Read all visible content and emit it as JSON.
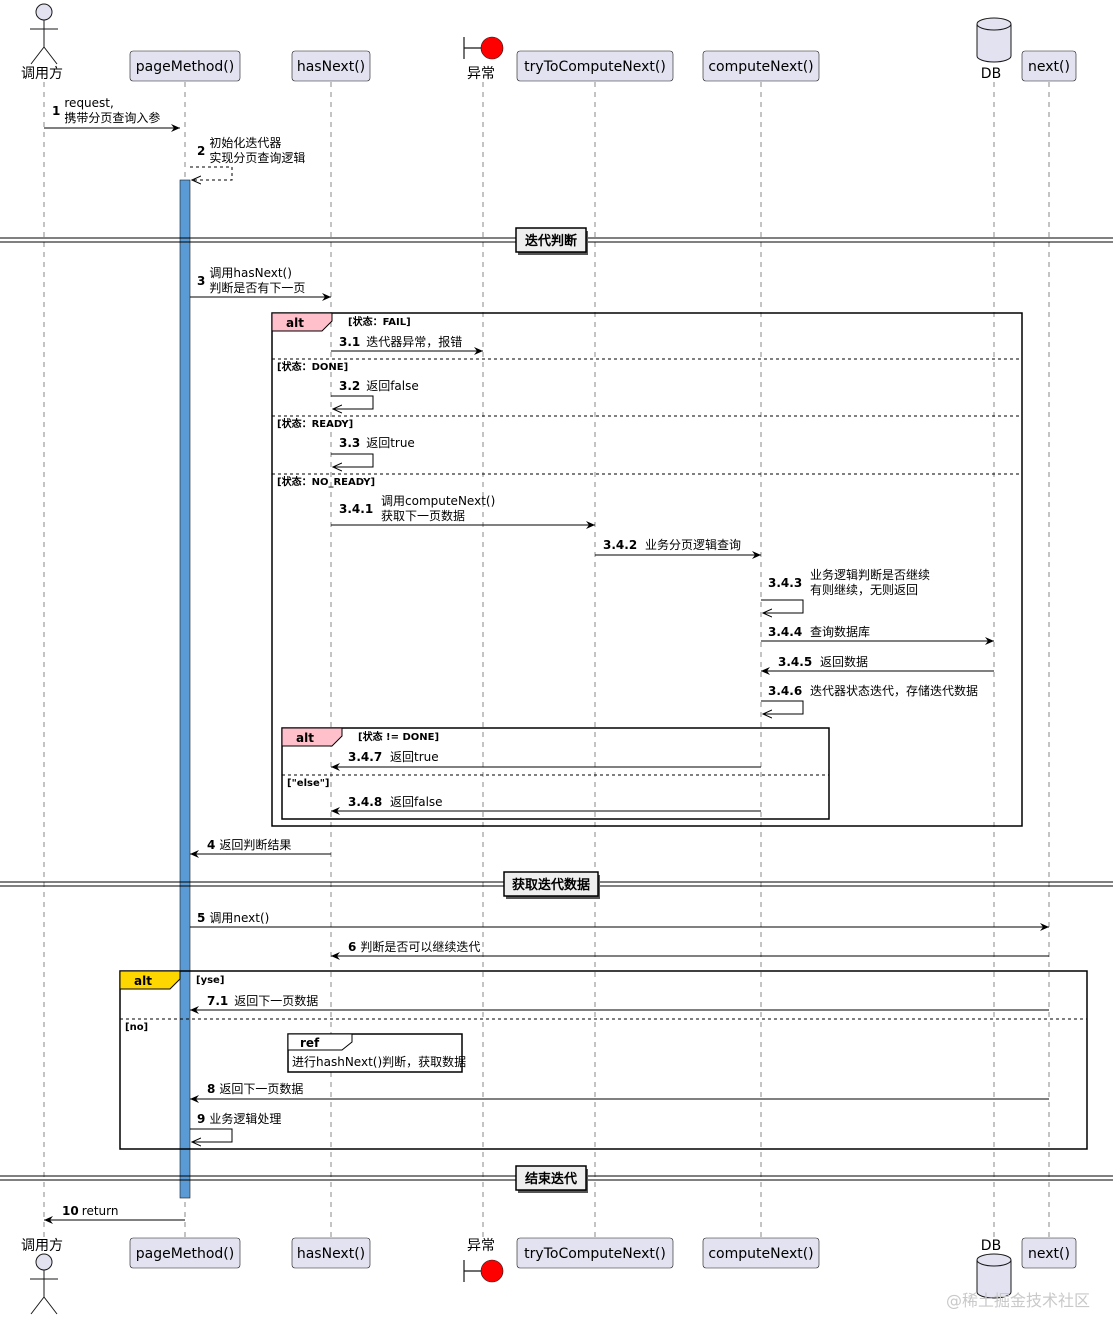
{
  "participants": [
    {
      "id": "caller",
      "label": "调用方",
      "kind": "actor"
    },
    {
      "id": "page",
      "label": "pageMethod()",
      "kind": "participant"
    },
    {
      "id": "hasnext",
      "label": "hasNext()",
      "kind": "participant"
    },
    {
      "id": "exc",
      "label": "异常",
      "kind": "boundary"
    },
    {
      "id": "ttcn",
      "label": "tryToComputeNext()",
      "kind": "participant"
    },
    {
      "id": "cn",
      "label": "computeNext()",
      "kind": "participant"
    },
    {
      "id": "db",
      "label": "DB",
      "kind": "database"
    },
    {
      "id": "next",
      "label": "next()",
      "kind": "participant"
    }
  ],
  "dividers": [
    {
      "label": "迭代判断"
    },
    {
      "label": "获取迭代数据"
    },
    {
      "label": "结束迭代"
    }
  ],
  "messages": [
    {
      "num": "1",
      "lines": [
        "request,",
        "携带分页查询入参"
      ]
    },
    {
      "num": "2",
      "lines": [
        "初始化迭代器",
        "实现分页查询逻辑"
      ]
    },
    {
      "num": "3",
      "lines": [
        "调用hasNext()",
        "判断是否有下一页"
      ]
    },
    {
      "num": "3.1",
      "lines": [
        "迭代器异常，报错"
      ]
    },
    {
      "num": "3.2",
      "lines": [
        "返回false"
      ]
    },
    {
      "num": "3.3",
      "lines": [
        "返回true"
      ]
    },
    {
      "num": "3.4.1",
      "lines": [
        "调用computeNext()",
        "获取下一页数据"
      ]
    },
    {
      "num": "3.4.2",
      "lines": [
        "业务分页逻辑查询"
      ]
    },
    {
      "num": "3.4.3",
      "lines": [
        "业务逻辑判断是否继续",
        "有则继续，无则返回"
      ]
    },
    {
      "num": "3.4.4",
      "lines": [
        "查询数据库"
      ]
    },
    {
      "num": "3.4.5",
      "lines": [
        "返回数据"
      ]
    },
    {
      "num": "3.4.6",
      "lines": [
        "迭代器状态迭代，存储迭代数据"
      ]
    },
    {
      "num": "3.4.7",
      "lines": [
        "返回true"
      ]
    },
    {
      "num": "3.4.8",
      "lines": [
        "返回false"
      ]
    },
    {
      "num": "4",
      "lines": [
        "返回判断结果"
      ]
    },
    {
      "num": "5",
      "lines": [
        "调用next()"
      ]
    },
    {
      "num": "6",
      "lines": [
        "判断是否可以继续迭代"
      ]
    },
    {
      "num": "7.1",
      "lines": [
        "返回下一页数据"
      ]
    },
    {
      "num": "8",
      "lines": [
        "返回下一页数据"
      ]
    },
    {
      "num": "9",
      "lines": [
        "业务逻辑处理"
      ]
    },
    {
      "num": "10",
      "lines": [
        "return"
      ]
    }
  ],
  "fragments": {
    "alt1": {
      "tag": "alt",
      "guards": [
        "[状态：FAIL]",
        "[状态：DONE]",
        "[状态：READY]",
        "[状态：NO_READY]"
      ]
    },
    "alt2": {
      "tag": "alt",
      "guards": [
        "[状态 != DONE]",
        "[\"else\"]"
      ]
    },
    "alt3": {
      "tag": "alt",
      "guards": [
        "[yse]",
        "[no]"
      ]
    }
  },
  "ref": {
    "tag": "ref",
    "text": "进行hashNext()判断，获取数据"
  },
  "colors": {
    "participant_fill": "#e2e2f0",
    "participant_stroke": "#181818",
    "activation": "#5b9bd5",
    "alt_tab_pink": "#ffc0cb",
    "alt_tab_gold": "#ffd700",
    "boundary_circle": "#ff0000",
    "database_fill": "#e2e2f0"
  },
  "watermark": "@稀土掘金技术社区"
}
